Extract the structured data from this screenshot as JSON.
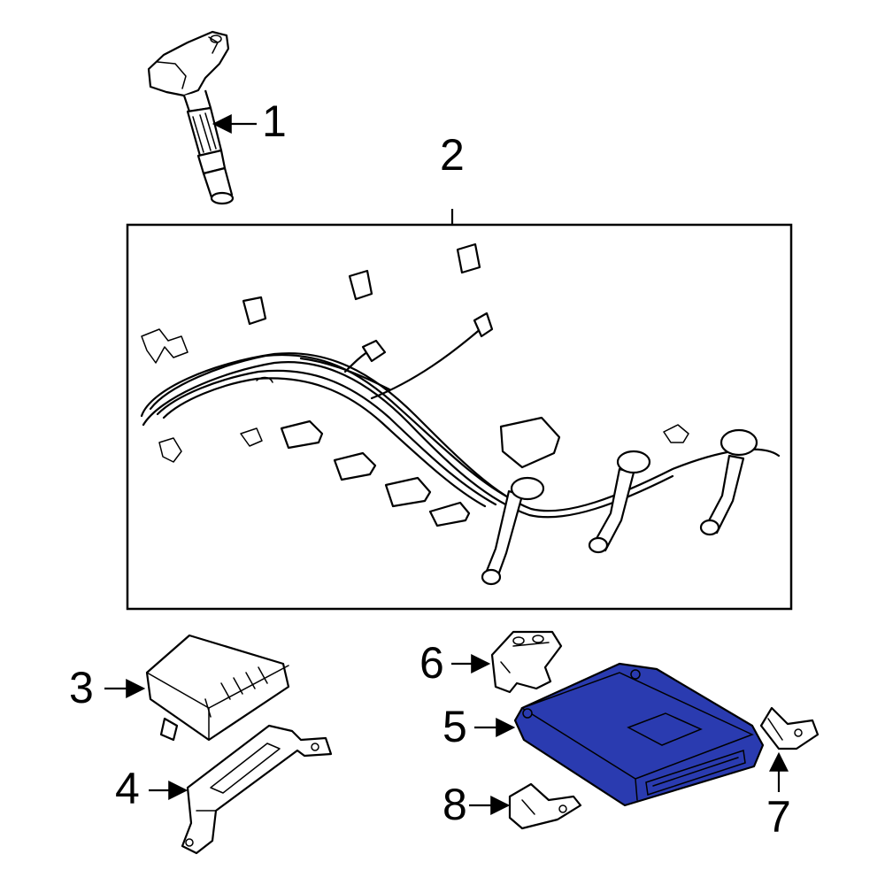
{
  "callouts": {
    "c1": "1",
    "c2": "2",
    "c3": "3",
    "c4": "4",
    "c5": "5",
    "c6": "6",
    "c7": "7",
    "c8": "8"
  },
  "colors": {
    "highlight": "#2A3BB0",
    "line": "#000000",
    "background": "#FFFFFF"
  }
}
